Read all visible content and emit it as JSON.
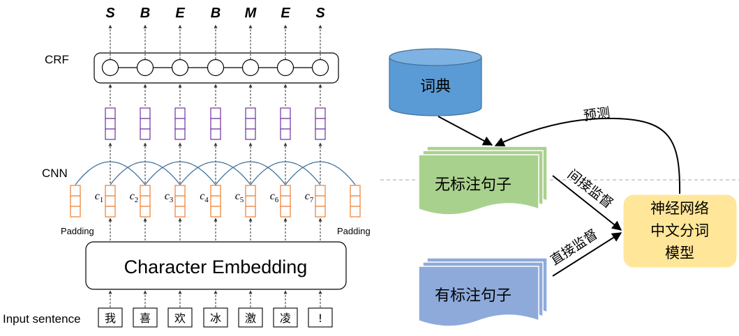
{
  "left_panel": {
    "output_tags": [
      "S",
      "B",
      "E",
      "B",
      "M",
      "E",
      "S"
    ],
    "crf_label": "CRF",
    "cnn_label": "CNN",
    "context_labels": [
      "c",
      "c",
      "c",
      "c",
      "c",
      "c",
      "c"
    ],
    "context_subscripts": [
      "1",
      "2",
      "3",
      "4",
      "5",
      "6",
      "7"
    ],
    "padding_label": "Padding",
    "embedding_label": "Character Embedding",
    "input_label": "Input sentence",
    "input_chars": [
      "我",
      "喜",
      "欢",
      "冰",
      "激",
      "凌",
      "!"
    ]
  },
  "right_panel": {
    "dictionary_label": "词典",
    "unlabeled_label": "无标注句子",
    "labeled_label": "有标注句子",
    "model_label_lines": [
      "神经网络",
      "中文分词",
      "模型"
    ],
    "predict_label": "预测",
    "indirect_label": "间接监督",
    "direct_label": "直接监督"
  },
  "colors": {
    "crf_node": "#ffffff",
    "cnn_feature": "#7030a0",
    "embedding_vector": "#ed7d31",
    "cnn_arc": "#41719c",
    "dictionary": "#5b9bd5",
    "unlabeled": "#a9d18e",
    "labeled": "#8eaadb",
    "model": "#ffe699"
  }
}
